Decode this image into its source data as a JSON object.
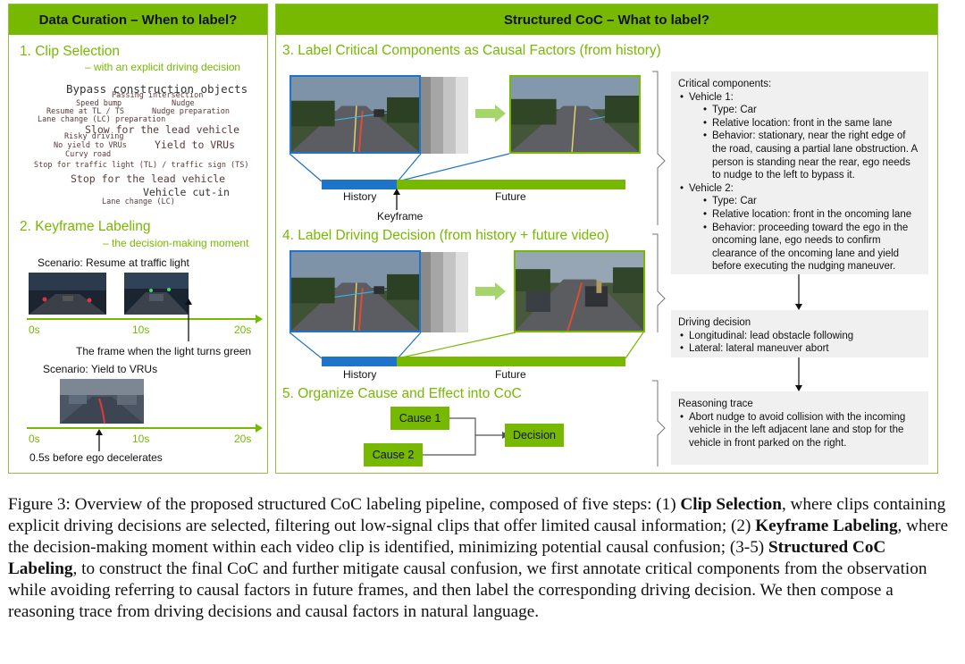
{
  "left_panel": {
    "title": "Data Curation – When to label?",
    "step1_title": "1.  Clip Selection",
    "step1_sub": "– with an explicit driving decision",
    "word_cloud": [
      "Bypass construction objects",
      "Passing intersection",
      "Speed bump",
      "Nudge",
      "Resume at TL / TS",
      "Nudge preparation",
      "Lane change (LC) preparation",
      "Slow for the lead vehicle",
      "Risky driving",
      "No yield to VRUs",
      "Yield to VRUs",
      "Curvy road",
      "Stop for traffic light (TL) / traffic sign (TS)",
      "Stop for the lead vehicle",
      "Vehicle cut-in",
      "Lane change (LC)"
    ],
    "step2_title": "2. Keyframe Labeling",
    "step2_sub": "– the decision-making moment",
    "scenario1": {
      "label": "Scenario: Resume at traffic light",
      "ticks": [
        "0s",
        "10s",
        "20s"
      ],
      "note": "The frame when the light turns green"
    },
    "scenario2": {
      "label": "Scenario: Yield to VRUs",
      "ticks": [
        "0s",
        "10s",
        "20s"
      ],
      "note": "0.5s before ego decelerates"
    }
  },
  "right_panel": {
    "title": "Structured CoC – What to label?",
    "step3_title": "3. Label Critical Components as Causal Factors (from history)",
    "step4_title": "4. Label Driving Decision (from history + future video)",
    "step5_title": "5. Organize Cause and Effect into CoC",
    "history_label": "History",
    "future_label": "Future",
    "keyframe_label": "Keyframe",
    "critical": {
      "heading": "Critical components:",
      "vehicle1": "Vehicle 1:",
      "v1_type": "Type: Car",
      "v1_loc": "Relative location: front in the same lane",
      "v1_beh": "Behavior: stationary, near the right edge of the road, causing a partial lane obstruction. A person is standing near the rear, ego needs to nudge to the left to bypass it.",
      "vehicle2": "Vehicle 2:",
      "v2_type": "Type: Car",
      "v2_loc": "Relative location: front in the oncoming lane",
      "v2_beh": "Behavior: proceeding toward the ego in the oncoming lane, ego needs to confirm clearance of the oncoming lane and yield before executing the nudging maneuver."
    },
    "decision": {
      "heading": "Driving decision",
      "longitudinal": "Longitudinal: lead obstacle following",
      "lateral": "Lateral: lateral maneuver abort"
    },
    "reasoning": {
      "heading": "Reasoning trace",
      "text": "Abort nudge to avoid collision with the incoming vehicle in the left adjacent lane and stop for the vehicle in front parked on the right."
    },
    "cause1": "Cause 1",
    "cause2": "Cause 2",
    "decision_node": "Decision"
  },
  "caption": {
    "part1": "Figure 3: Overview of the proposed structured CoC labeling pipeline, composed of five steps: (1) ",
    "bold1": "Clip Selection",
    "part2": ", where clips containing explicit driving decisions are selected, filtering out low-signal clips that offer limited causal information; (2) ",
    "bold2": "Keyframe Labeling",
    "part3": ", where the decision-making moment within each video clip is identified, minimizing potential causal confusion; (3-5) ",
    "bold3": "Structured CoC Labeling",
    "part4": ", to construct the final CoC and further mitigate causal confusion, we first annotate critical components from the observation while avoiding referring to causal factors in future frames, and then label the corresponding driving decision. We then compose a reasoning trace from driving decisions and causal factors in natural language."
  },
  "colors": {
    "accent": "#76b900",
    "history": "#1d74c8",
    "box_bg": "#f0f0f0"
  }
}
